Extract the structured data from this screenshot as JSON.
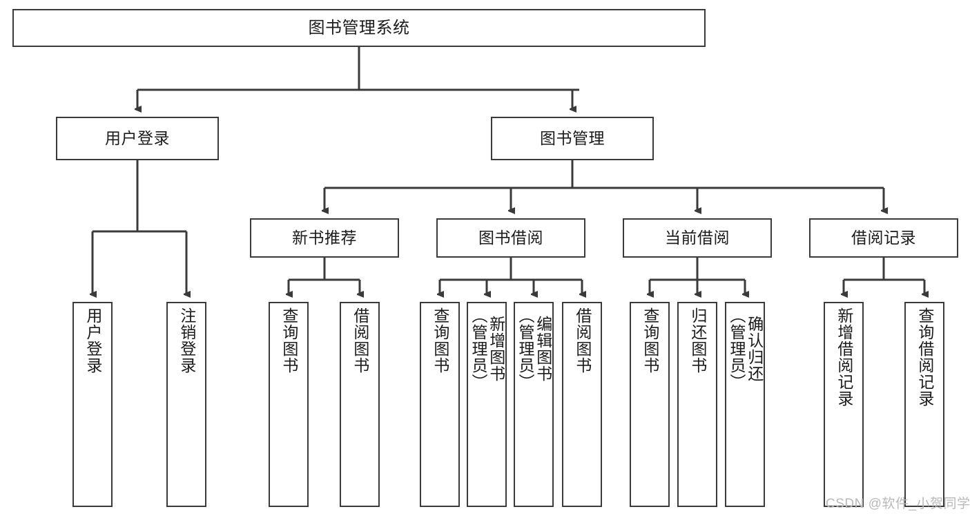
{
  "diagram": {
    "title": "图书管理系统",
    "type": "tree-hierarchy",
    "colors": {
      "border": "#3a3a3a",
      "background": "#ffffff",
      "text": "#1b1b1b",
      "connector": "#3a3a3a",
      "watermark": "#b9b9b9"
    },
    "levels": {
      "root": {
        "label": "图书管理系统"
      },
      "level2": [
        {
          "label": "用户登录"
        },
        {
          "label": "图书管理"
        }
      ],
      "level3": [
        {
          "label": "新书推荐"
        },
        {
          "label": "图书借阅"
        },
        {
          "label": "当前借阅"
        },
        {
          "label": "借阅记录"
        }
      ],
      "leaves": {
        "user_login": [
          {
            "label": "用户登录"
          },
          {
            "label": "注销登录"
          }
        ],
        "new_book_recommend": [
          {
            "label": "查询图书"
          },
          {
            "label": "借阅图书"
          }
        ],
        "book_borrow": [
          {
            "label": "查询图书"
          },
          {
            "label": "新增图书\n（管理员）"
          },
          {
            "label": "编辑图书\n（管理员）"
          },
          {
            "label": "借阅图书"
          }
        ],
        "current_borrow": [
          {
            "label": "查询图书"
          },
          {
            "label": "归还图书"
          },
          {
            "label": "确认归还\n（管理员）"
          }
        ],
        "borrow_record": [
          {
            "label": "新增借阅记录"
          },
          {
            "label": "查询借阅记录"
          }
        ]
      }
    },
    "watermark": "CSDN @软件_小贺同学"
  }
}
